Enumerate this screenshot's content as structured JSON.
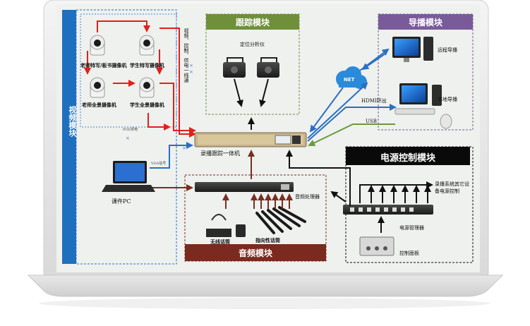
{
  "modules": {
    "video": "视频模块",
    "tracking": "跟踪模块",
    "directing": "导播模块",
    "power": "电源控制模块",
    "audio": "音频模块"
  },
  "cameras": {
    "teacher_closeup": "老师特写/板书摄像机",
    "student_closeup": "学生特写摄像机",
    "teacher_panorama": "老师全景摄像机",
    "student_panorama": "学生全景摄像机"
  },
  "labels": {
    "poe_power": "POE供电",
    "cable_note": "视频、控制、供电一线通",
    "locator": "定位分析仪",
    "recorder": "录播跟踪一体机",
    "net": "NET",
    "hdmi_loop": "HDMI环出",
    "usb": "USB",
    "remote_director": "远程导播",
    "local_director": "本地导播",
    "vga_signal": "VGA信号",
    "course_pc": "课件PC",
    "audio_processor": "音频处理器",
    "wireless_mic": "无线话筒",
    "directional_mic": "指向性话筒",
    "power_manager": "电源管理器",
    "control_panel": "控制面板",
    "other_power": "录播系统其它设备电源控制"
  },
  "colors": {
    "video_bar": "#1f6fbf",
    "tracking_header": "#6f8f3a",
    "directing_header": "#7a5b9a",
    "power_header": "#0a0a0a",
    "audio_header": "#7a2a1e",
    "red_link": "#e0201b",
    "blue_link": "#2a6fc4",
    "green_link": "#6a9a3a",
    "dark_red_link": "#7a2e22",
    "black_link": "#111111"
  }
}
